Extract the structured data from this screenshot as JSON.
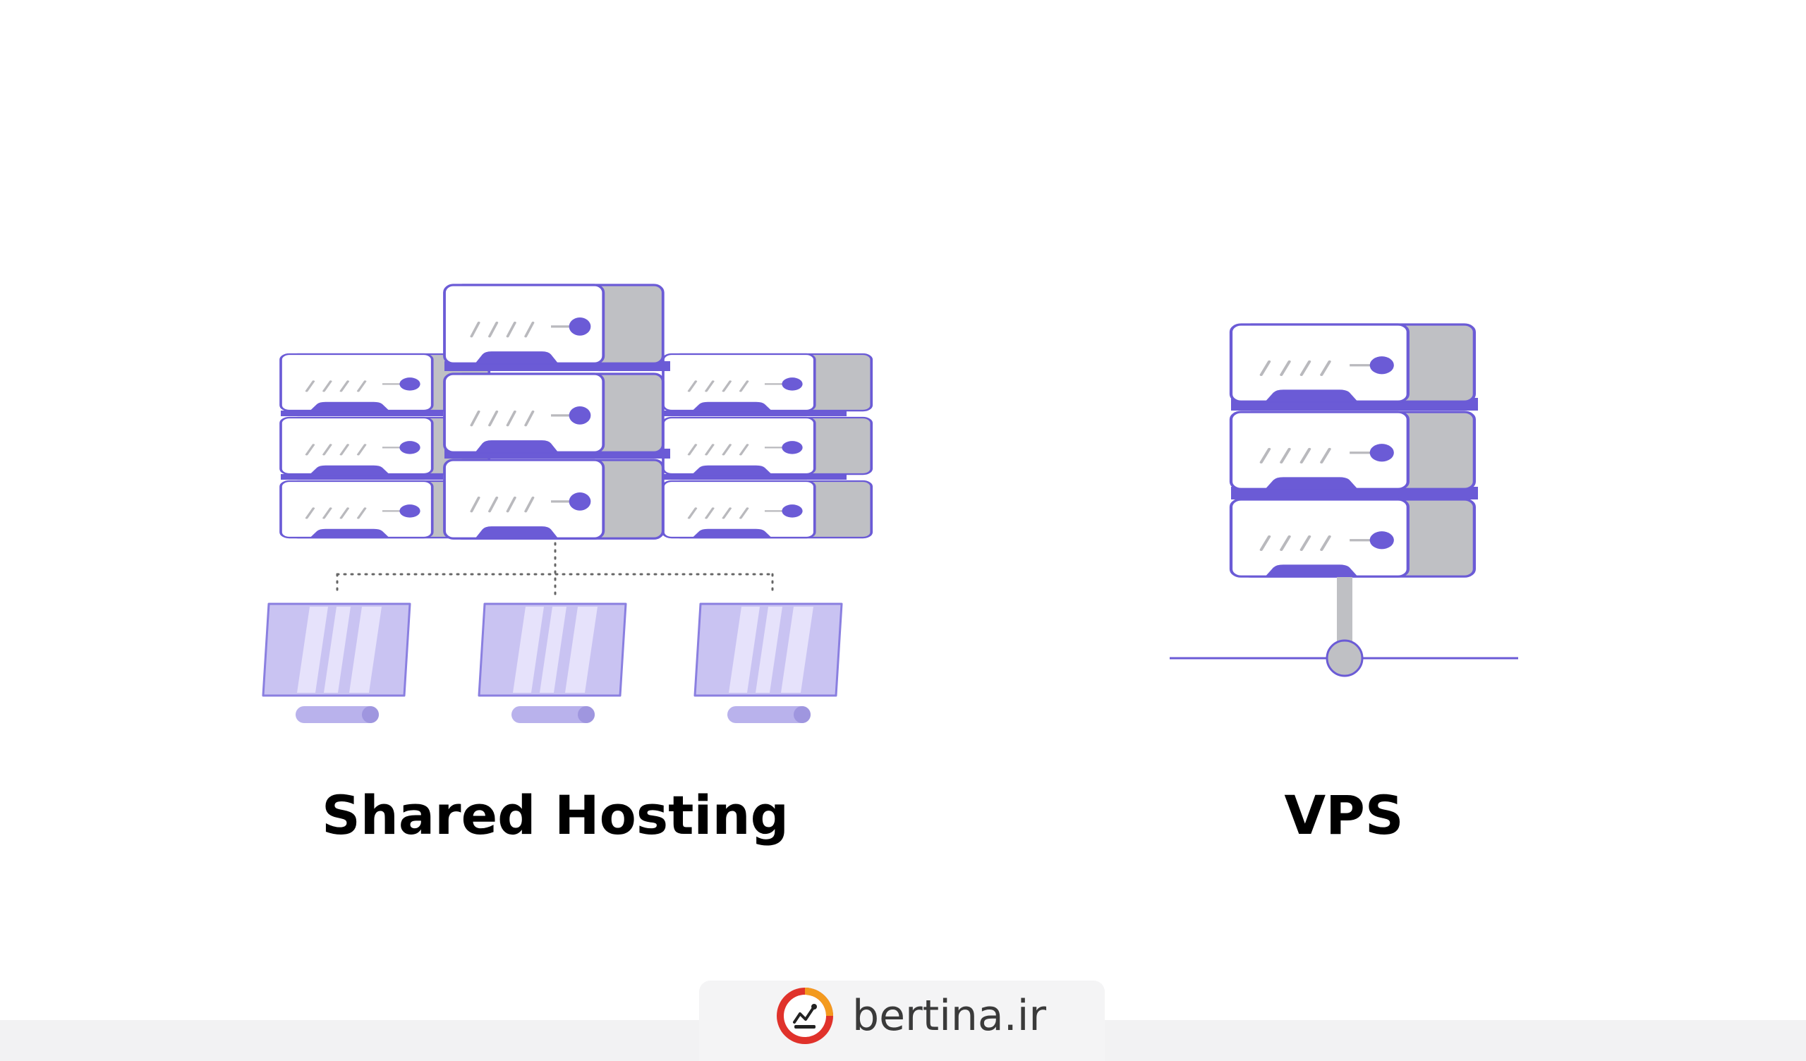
{
  "labels": {
    "shared": "Shared Hosting",
    "vps": "VPS"
  },
  "footer": {
    "brand": "bertina.ir"
  },
  "icons": {
    "server": "server-unit-icon",
    "monitor": "monitor-icon",
    "network": "network-line-icon",
    "logo": "bertina-logo-icon"
  },
  "colors": {
    "accent": "#6b5bd6",
    "panel_fill": "#ffffff",
    "panel_side": "#bfc0c4",
    "monitor_fill": "#c9c3f2",
    "monitor_stripe": "#e6e2fb",
    "stand": "#b9b2ec",
    "cable": "#bfc0c4",
    "dots": "#666666",
    "logo_red": "#e0322b"
  }
}
